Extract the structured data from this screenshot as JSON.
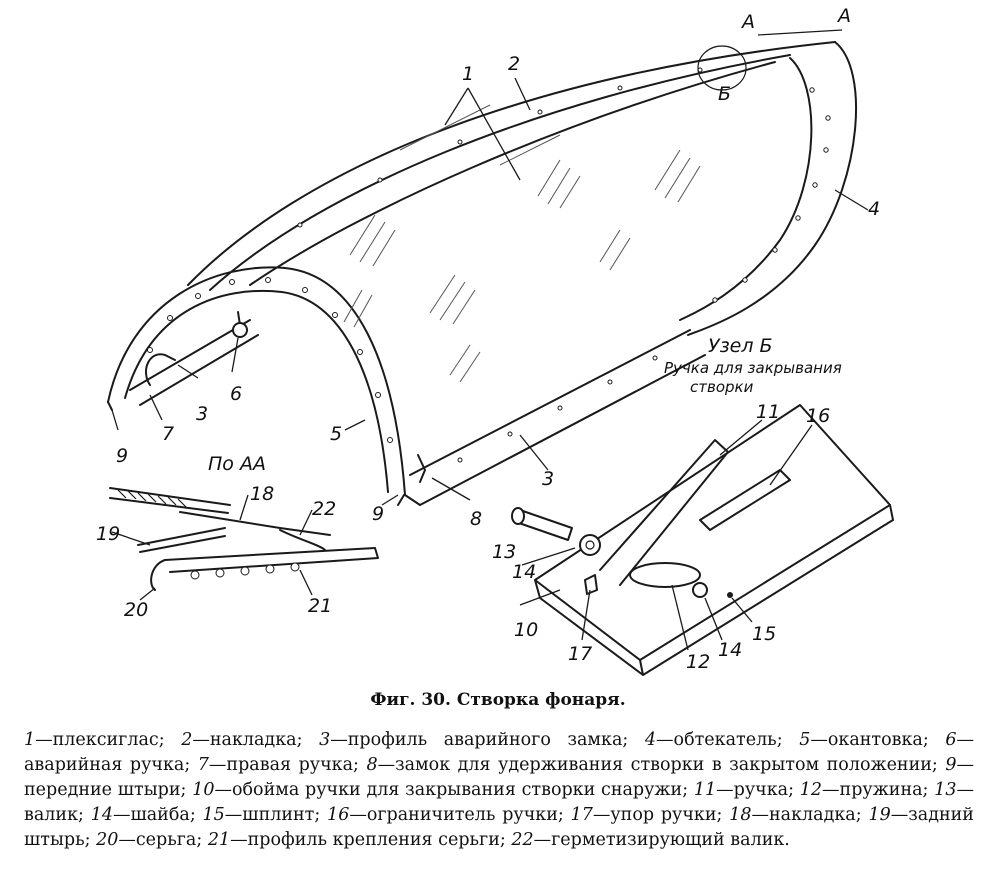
{
  "labels": {
    "l1": "1",
    "l2": "2",
    "l3a": "3",
    "l3b": "3",
    "l4": "4",
    "l5": "5",
    "l6": "6",
    "l7": "7",
    "l8": "8",
    "l9a": "9",
    "l9b": "9",
    "l10": "10",
    "l11": "11",
    "l12": "12",
    "l13": "13",
    "l14a": "14",
    "l14b": "14",
    "l15": "15",
    "l16": "16",
    "l17": "17",
    "l18": "18",
    "l19": "19",
    "l20": "20",
    "l21": "21",
    "l22": "22",
    "a1": "А",
    "a2": "А",
    "b": "Б"
  },
  "section_aa": "По АА",
  "node_b": {
    "title": "Узел Б",
    "line1": "Ручка для закрывания",
    "line2": "створки"
  },
  "caption": "Фиг. 30. Створка фонаря.",
  "legend": [
    {
      "n": "1",
      "t": "—плексиглас;"
    },
    {
      "n": "2",
      "t": "—накладка;"
    },
    {
      "n": "3",
      "t": "—профиль аварийного замка;"
    },
    {
      "n": "4",
      "t": "—обтекатель;"
    },
    {
      "n": "5",
      "t": "—окантовка;"
    },
    {
      "n": "6",
      "t": "—аварийная ручка;"
    },
    {
      "n": "7",
      "t": "—правая ручка;"
    },
    {
      "n": "8",
      "t": "—замок для удерживания створки в закрытом положении;"
    },
    {
      "n": "9",
      "t": "—передние штыри;"
    },
    {
      "n": "10",
      "t": "—обойма ручки для закрывания створки снаружи;"
    },
    {
      "n": "11",
      "t": "—ручка;"
    },
    {
      "n": "12",
      "t": "—пружина;"
    },
    {
      "n": "13",
      "t": "—валик;"
    },
    {
      "n": "14",
      "t": "—шайба;"
    },
    {
      "n": "15",
      "t": "—шплинт;"
    },
    {
      "n": "16",
      "t": "—ограничитель ручки;"
    },
    {
      "n": "17",
      "t": "—упор ручки;"
    },
    {
      "n": "18",
      "t": "—накладка;"
    },
    {
      "n": "19",
      "t": "—задний штырь;"
    },
    {
      "n": "20",
      "t": "—серьга;"
    },
    {
      "n": "21",
      "t": "—профиль крепления серьги;"
    },
    {
      "n": "22",
      "t": "—герметизирующий валик."
    }
  ]
}
